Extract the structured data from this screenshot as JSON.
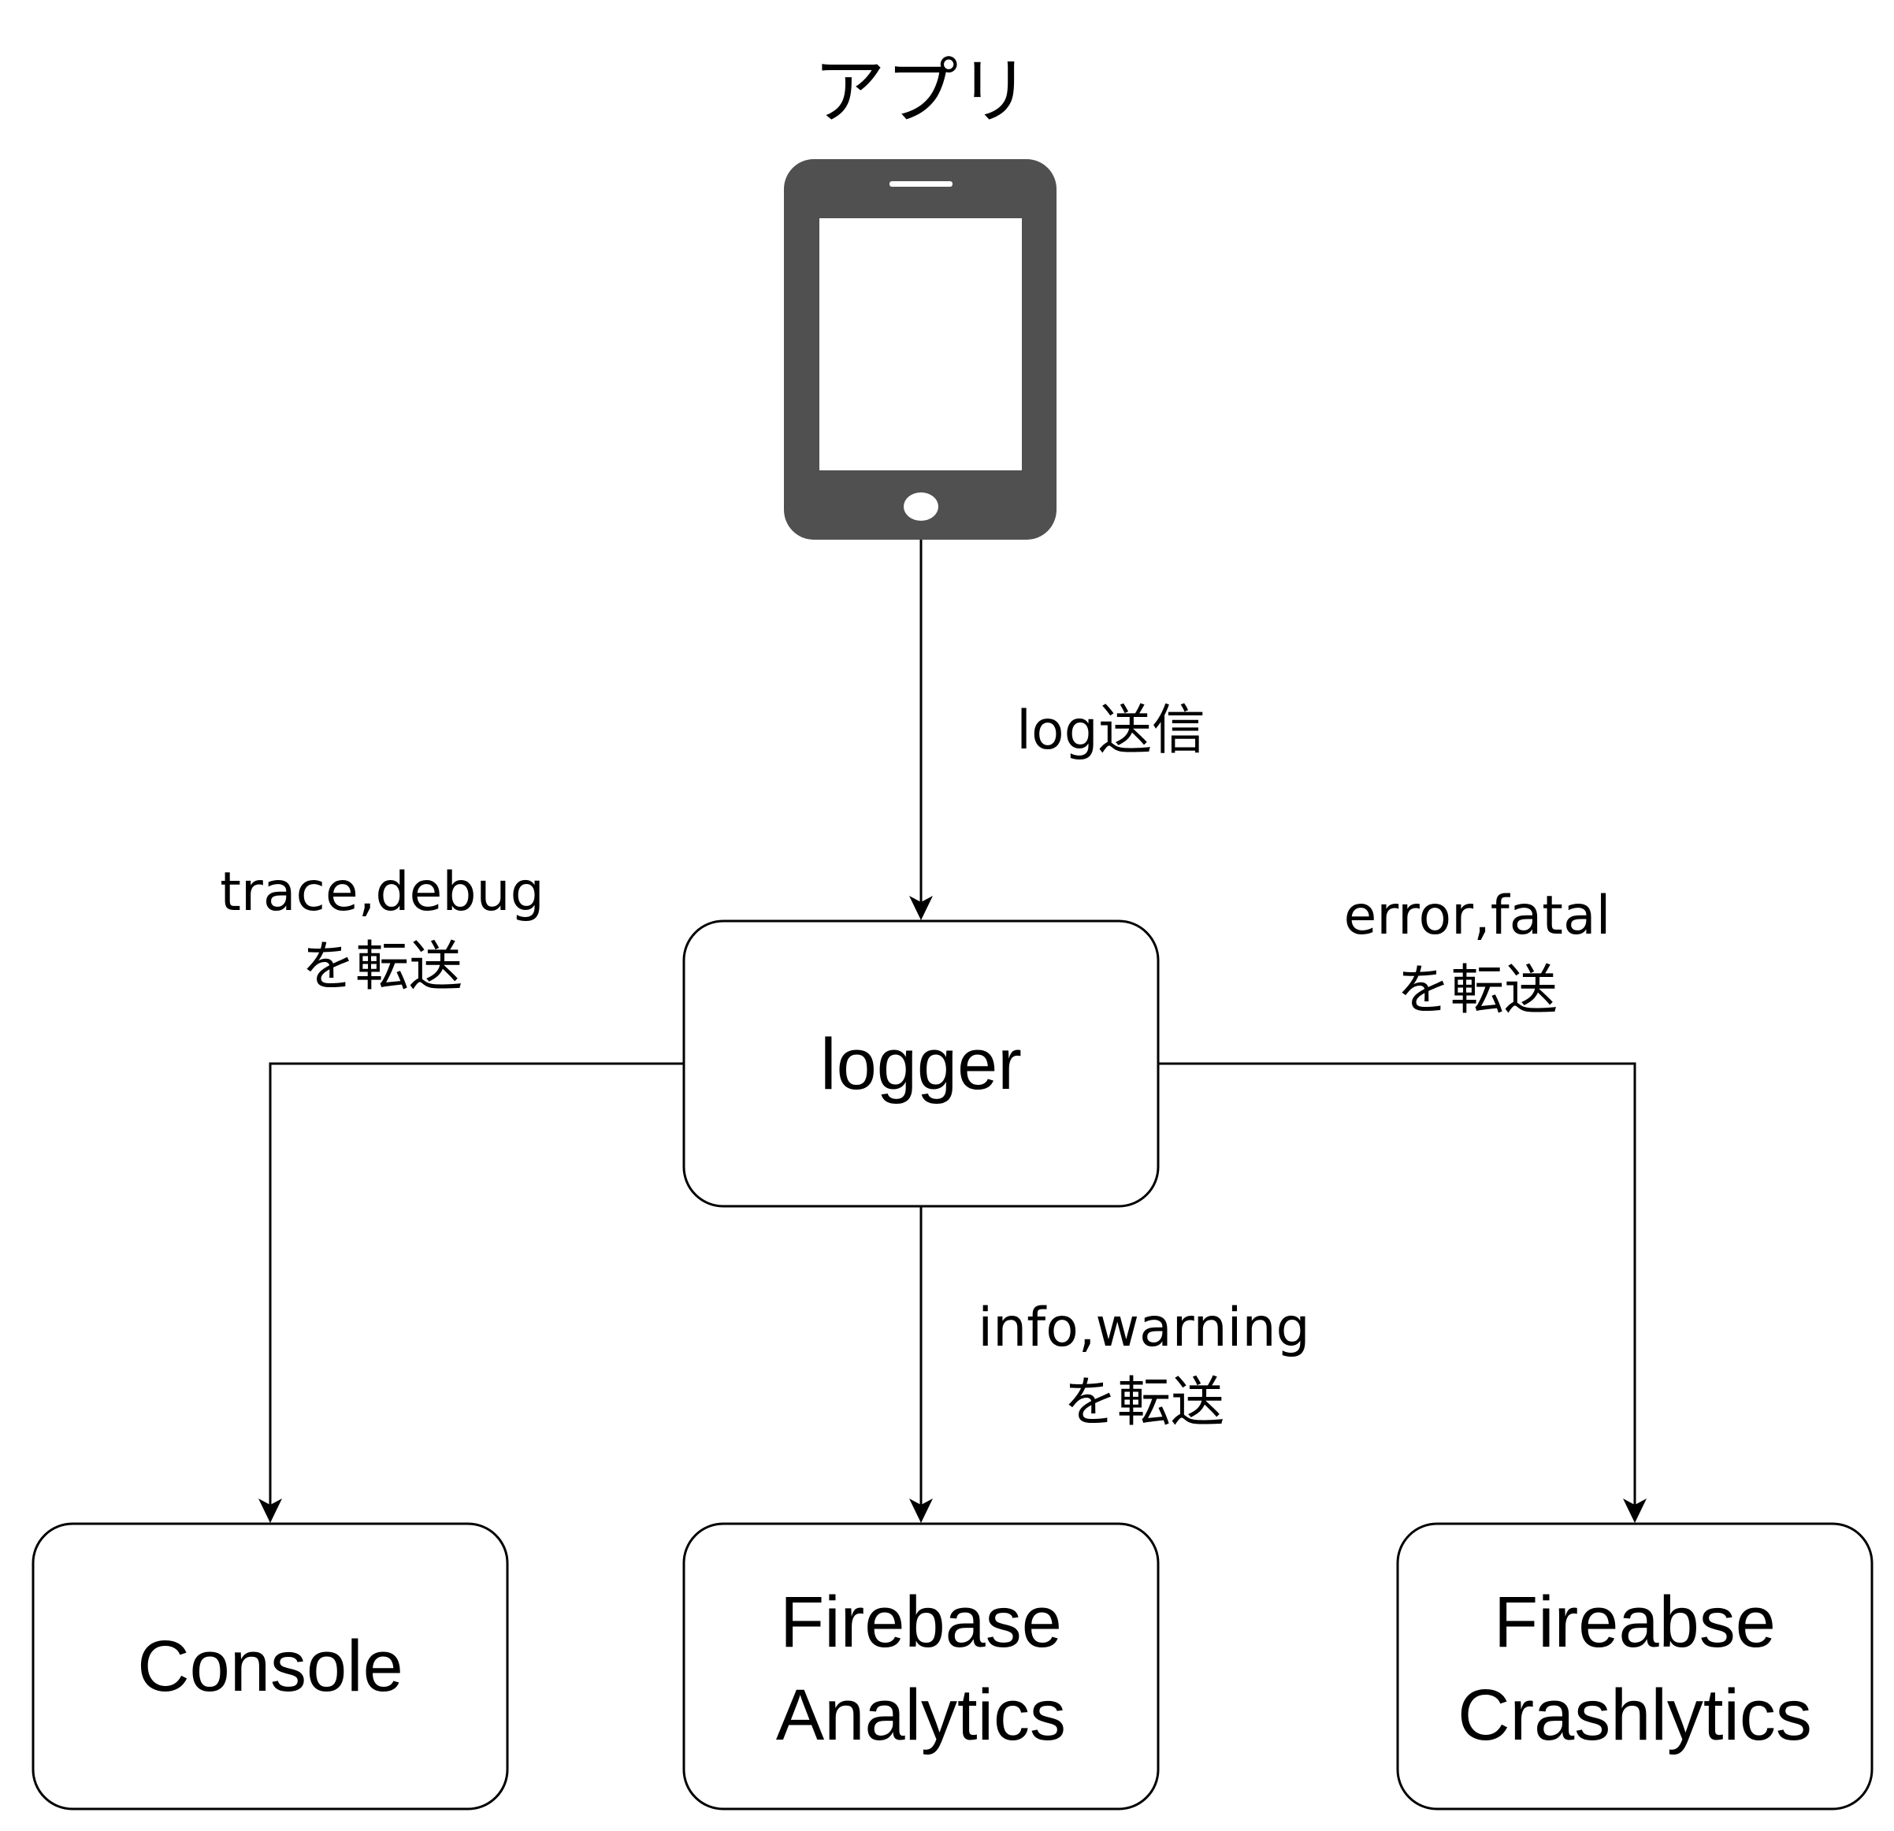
{
  "title": "アプリ",
  "phone_icon": {
    "name": "smartphone-icon",
    "color": "#505050"
  },
  "nodes": {
    "logger": {
      "label": "logger"
    },
    "console": {
      "label": "Console"
    },
    "analytics": {
      "line1": "Firebase",
      "line2": "Analytics"
    },
    "crashlytics": {
      "line1": "Fireabse",
      "line2": "Crashlytics"
    }
  },
  "edges": {
    "send_log": {
      "label": "log送信"
    },
    "to_console": {
      "line1": "trace,debug",
      "line2": "を転送"
    },
    "to_analytics": {
      "line1": "info,warning",
      "line2": "を転送"
    },
    "to_crashlytics": {
      "line1": "error,fatal",
      "line2": "を転送"
    }
  }
}
